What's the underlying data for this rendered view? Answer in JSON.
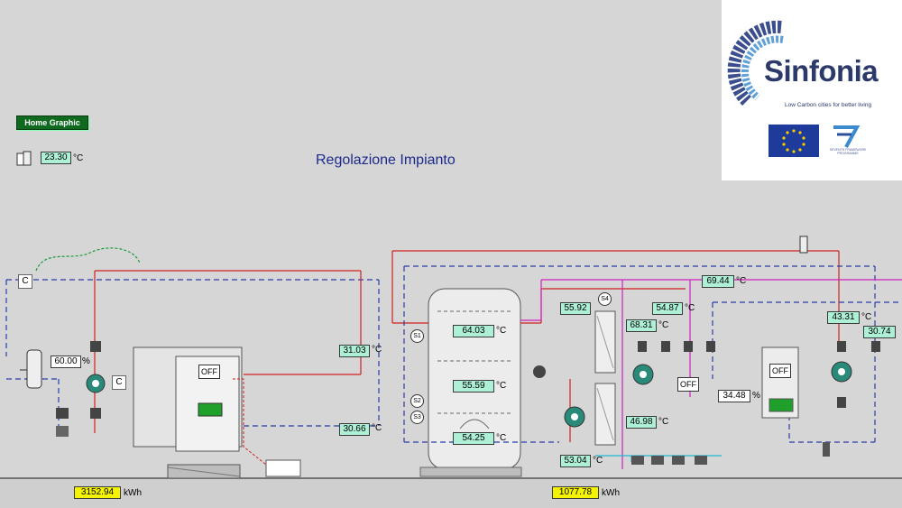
{
  "header": {
    "home_button": "Home Graphic",
    "title": "Regolazione Impianto",
    "outdoor_temp": "23.30",
    "outdoor_unit": "°C"
  },
  "logo": {
    "brand": "Sinfonia",
    "tagline": "Low Carbon cities for better living",
    "fp7_caption": "SEVENTH FRAMEWORK PROGRAMME"
  },
  "units": {
    "celsius": "°C",
    "percent": "%",
    "kwh": "kWh"
  },
  "left_section": {
    "valve_percent": "60.00",
    "supply_temp": "31.03",
    "return_temp": "30.66",
    "energy": "3152.94",
    "boiler_state": "OFF",
    "c_label": "C"
  },
  "storage": {
    "top_temp": "64.03",
    "mid_temp": "55.59",
    "bottom_temp": "54.25",
    "s1": "S1",
    "s2": "S2",
    "s3": "S3",
    "s4": "S4"
  },
  "right_section": {
    "t_55_92": "55.92",
    "t_68_31": "68.31",
    "t_54_87": "54.87",
    "t_69_44": "69.44",
    "t_43_31": "43.31",
    "t_30_74": "30.74",
    "t_46_98": "46.98",
    "t_53_04": "53.04",
    "valve_percent": "34.48",
    "mid_state": "OFF",
    "boiler_state": "OFF",
    "energy": "1077.78"
  }
}
